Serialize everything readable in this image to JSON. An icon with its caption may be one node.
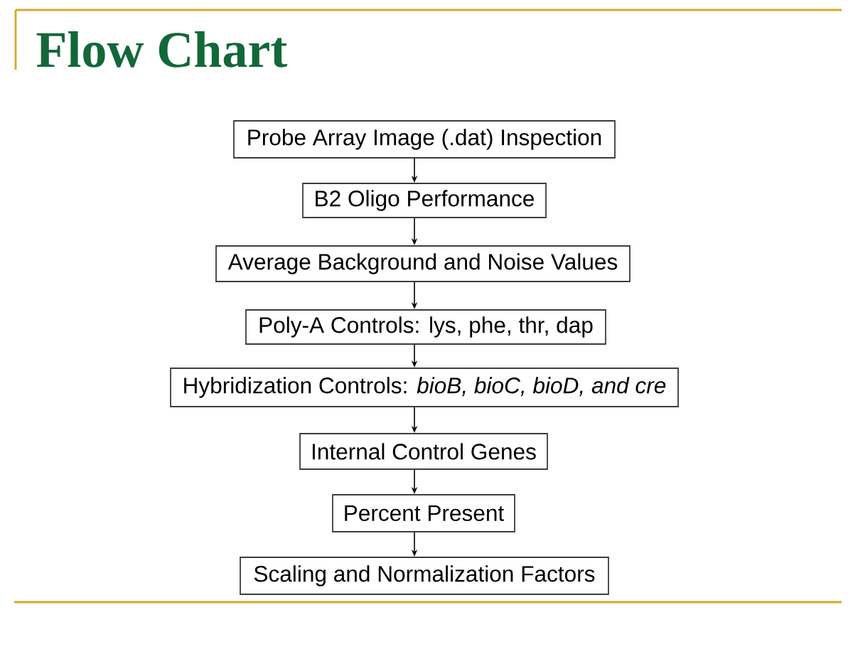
{
  "diagram": {
    "title": "Flow Chart",
    "nodes": [
      {
        "text": [
          "Probe Array Image (.dat) Inspection"
        ]
      },
      {
        "text": [
          "B2 Oligo Performance"
        ]
      },
      {
        "text": [
          "Average Background and Noise Values"
        ]
      },
      {
        "text": [
          "Poly-A Controls: lys, phe, thr, dap"
        ]
      },
      {
        "text": [
          "Hybridization Controls: *bioB, bioC, bioD, and cre*"
        ]
      },
      {
        "text": [
          "Internal Control Genes"
        ]
      },
      {
        "text": [
          "Percent Present"
        ]
      },
      {
        "text": [
          "Scaling and Normalization Factors"
        ]
      }
    ],
    "edges": [
      {
        "from": 0,
        "to": 1,
        "arrow": "to"
      },
      {
        "from": 1,
        "to": 2,
        "arrow": "to"
      },
      {
        "from": 2,
        "to": 3,
        "arrow": "to"
      },
      {
        "from": 3,
        "to": 4,
        "arrow": "to"
      },
      {
        "from": 4,
        "to": 5,
        "arrow": "to"
      },
      {
        "from": 5,
        "to": 6,
        "arrow": "to"
      },
      {
        "from": 6,
        "to": 7,
        "arrow": "to"
      }
    ]
  }
}
